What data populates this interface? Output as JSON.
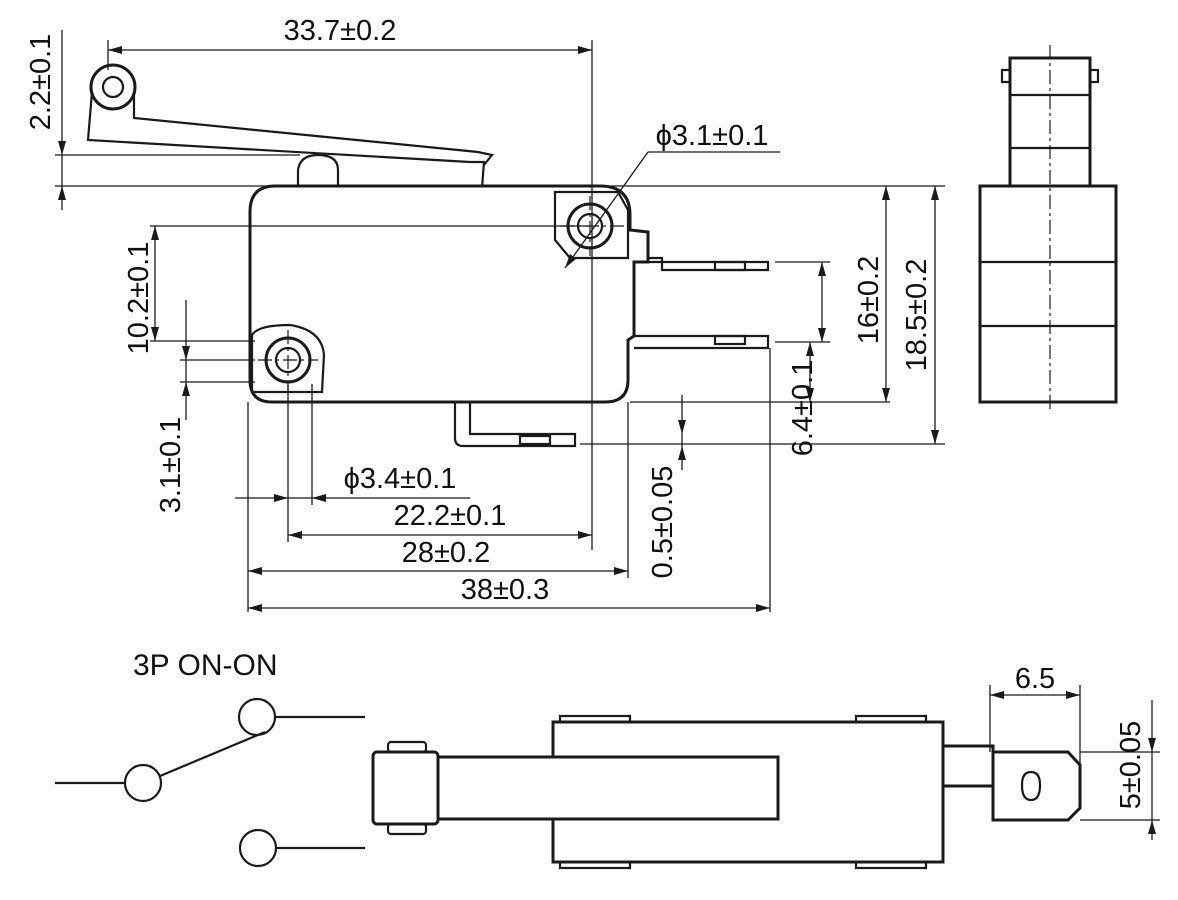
{
  "diagram": {
    "schematic_label": "3P ON-ON",
    "dimensions": {
      "lever_length": "33.7±0.2",
      "lever_height": "2.2±0.1",
      "mount_hole_top": "ϕ3.1±0.1",
      "hole_spacing_v": "10.2±0.1",
      "lower_hole_offset": "3.1±0.1",
      "mount_hole_bottom": "ϕ3.4±0.1",
      "hole_spacing_h": "22.2±0.1",
      "terminal_span": "28±0.2",
      "overall_length": "38±0.3",
      "terminal_thickness": "0.5±0.05",
      "terminal_pitch": "6.4±0.1",
      "body_height_inner": "16±0.2",
      "body_height": "18.5±0.2",
      "terminal_length": "6.5",
      "terminal_width": "5±0.05"
    }
  }
}
